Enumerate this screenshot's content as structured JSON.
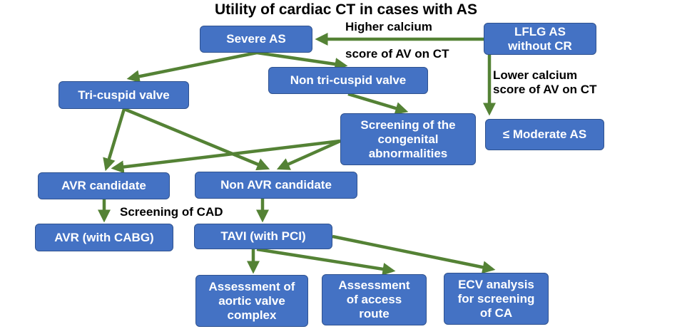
{
  "title": "Utility of cardiac CT in cases with AS",
  "colors": {
    "node_fill": "#4472c4",
    "node_border": "#2f528f",
    "edge": "#548235",
    "text": "#ffffff"
  },
  "nodes": {
    "severe_as": "Severe AS",
    "lflg_as": "LFLG AS\nwithout CR",
    "non_tricuspid": "Non tri-cuspid valve",
    "tricuspid": "Tri-cuspid valve",
    "screening_congenital": "Screening of the\ncongenital\nabnormalities",
    "moderate_as": "≤ Moderate AS",
    "avr_candidate": "AVR candidate",
    "non_avr_candidate": "Non AVR candidate",
    "avr_cabg": "AVR (with CABG)",
    "tavi_pci": "TAVI (with PCI)",
    "assess_aortic": "Assessment of\naortic valve\ncomplex",
    "assess_access": "Assessment\nof access\nroute",
    "ecv_analysis": "ECV analysis\nfor screening\nof CA"
  },
  "labels": {
    "higher_calcium": "Higher calcium",
    "higher_calcium_2": "score of AV on CT",
    "lower_calcium": "Lower calcium\nscore of AV on CT",
    "screening_cad": "Screening of CAD"
  },
  "edges": [
    {
      "from": "lflg_as",
      "to": "severe_as"
    },
    {
      "from": "lflg_as",
      "to": "moderate_as"
    },
    {
      "from": "severe_as",
      "to": "tricuspid"
    },
    {
      "from": "severe_as",
      "to": "non_tricuspid"
    },
    {
      "from": "non_tricuspid",
      "to": "screening_congenital"
    },
    {
      "from": "tricuspid",
      "to": "avr_candidate"
    },
    {
      "from": "tricuspid",
      "to": "non_avr_candidate"
    },
    {
      "from": "screening_congenital",
      "to": "avr_candidate"
    },
    {
      "from": "screening_congenital",
      "to": "non_avr_candidate"
    },
    {
      "from": "avr_candidate",
      "to": "avr_cabg"
    },
    {
      "from": "non_avr_candidate",
      "to": "tavi_pci"
    },
    {
      "from": "tavi_pci",
      "to": "assess_aortic"
    },
    {
      "from": "tavi_pci",
      "to": "assess_access"
    },
    {
      "from": "tavi_pci",
      "to": "ecv_analysis"
    }
  ]
}
